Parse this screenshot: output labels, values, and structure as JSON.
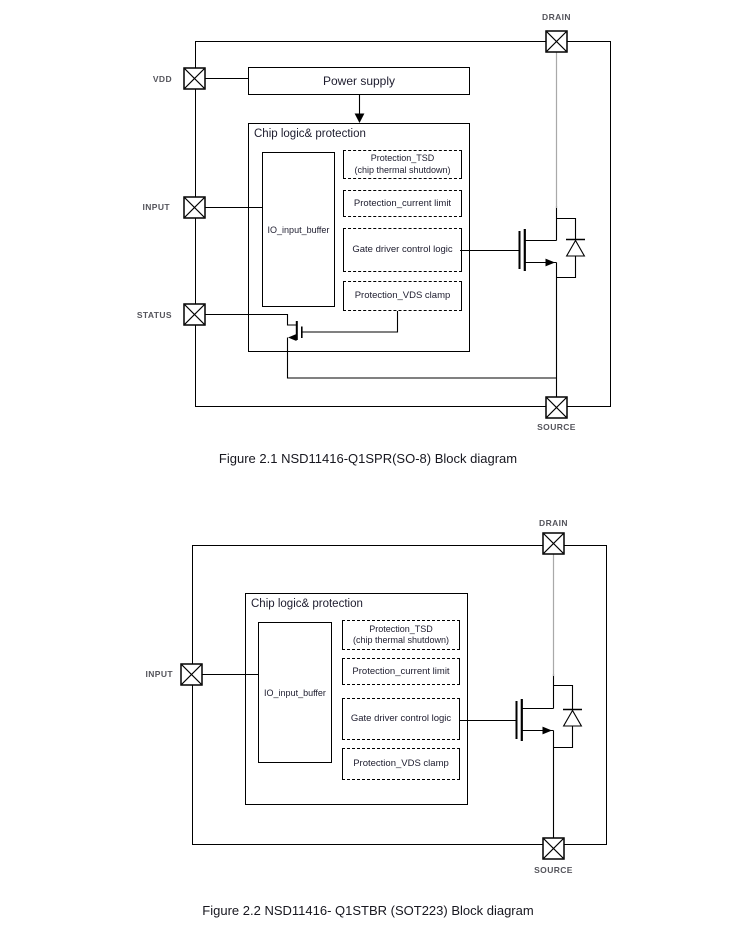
{
  "figure1": {
    "caption": "Figure 2.1 NSD11416-Q1SPR(SO-8) Block diagram",
    "pins": {
      "drain": "DRAIN",
      "vdd": "VDD",
      "input": "INPUT",
      "status": "STATUS",
      "source": "SOURCE"
    },
    "blocks": {
      "power_supply": "Power supply",
      "chip_logic": "Chip logic& protection",
      "io_input_buffer": "IO_input_buffer",
      "protection_tsd_line1": "Protection_TSD",
      "protection_tsd_line2": "(chip thermal shutdown)",
      "protection_current_limit": "Protection_current limit",
      "gate_driver": "Gate driver control logic",
      "protection_vds_clamp": "Protection_VDS clamp"
    }
  },
  "figure2": {
    "caption": "Figure 2.2 NSD11416- Q1STBR (SOT223) Block diagram",
    "pins": {
      "drain": "DRAIN",
      "input": "INPUT",
      "source": "SOURCE"
    },
    "blocks": {
      "chip_logic": "Chip logic& protection",
      "io_input_buffer": "IO_input_buffer",
      "protection_tsd_line1": "Protection_TSD",
      "protection_tsd_line2": "(chip thermal shutdown)",
      "protection_current_limit": "Protection_current limit",
      "gate_driver": "Gate driver control logic",
      "protection_vds_clamp": "Protection_VDS clamp"
    }
  },
  "colors": {
    "wire": "#000000",
    "wire_gray": "#a9a9a9",
    "block_text": "#1d1c2e",
    "pin_label": "#55555c",
    "caption_text": "#17171f"
  }
}
